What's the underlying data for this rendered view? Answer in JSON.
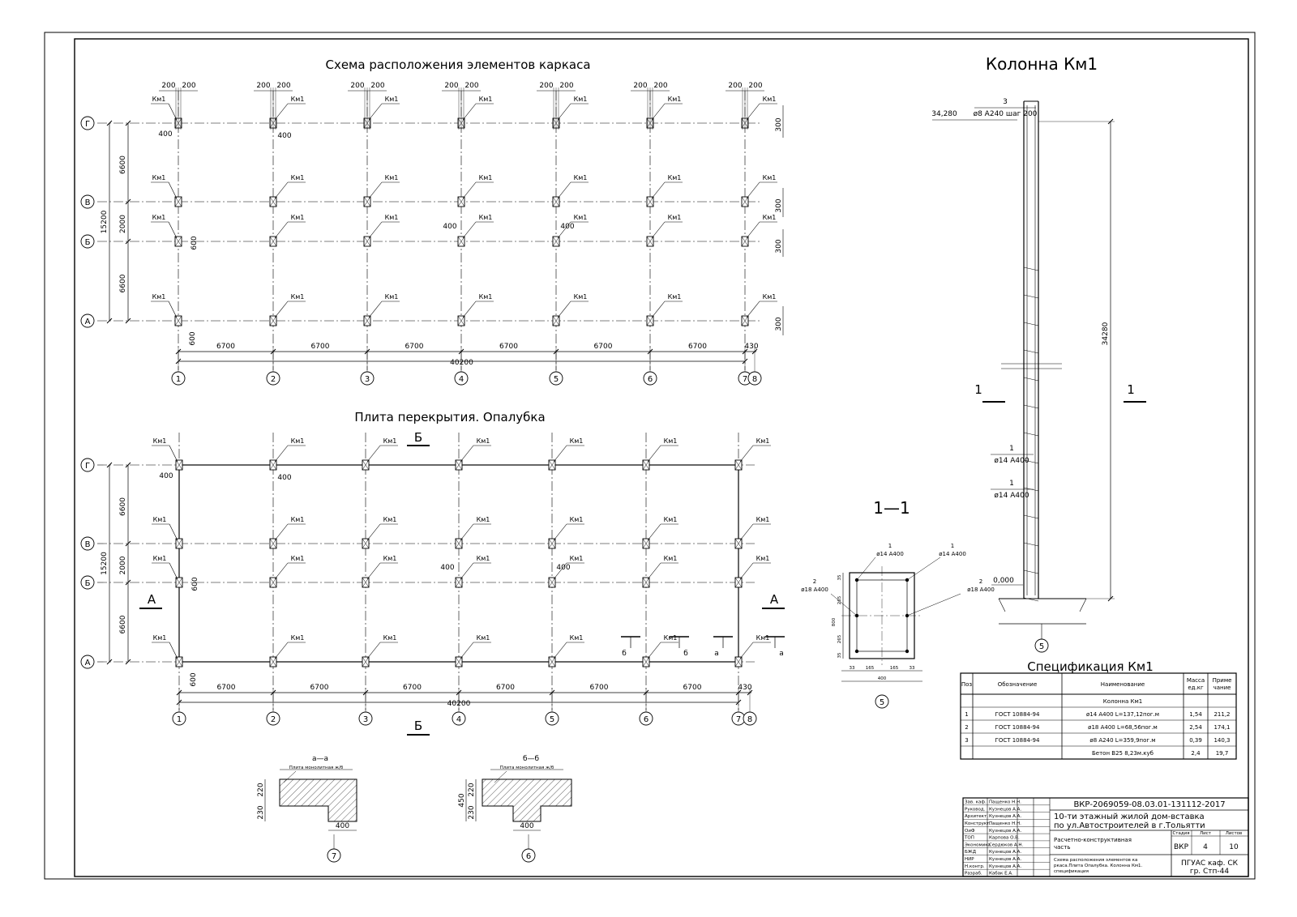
{
  "titles": {
    "frame_scheme": "Схема расположения элементов каркаса",
    "slab": "Плита перекрытия. Опалубка",
    "column": "Колонна Км1",
    "section_11": "1—1",
    "spec": "Спецификация Км1"
  },
  "axes": {
    "rows": [
      "Г",
      "В",
      "Б",
      "А"
    ],
    "cols": [
      "1",
      "2",
      "3",
      "4",
      "5",
      "6",
      "7",
      "8"
    ]
  },
  "column_mark": "Км1",
  "dims": {
    "bay": "6700",
    "total_length": "40200",
    "end_offset": "430",
    "total_width": "15200",
    "span_gv": "6600",
    "span_vb": "2000",
    "span_ba": "6600",
    "d200": "200",
    "d400": "400",
    "d600": "600",
    "d300": "300"
  },
  "section_marks": {
    "A": "А",
    "B": "Б",
    "a": "а",
    "b": "б"
  },
  "column_view": {
    "elev_top": "34,280",
    "elev_bottom": "0,000",
    "height": "34280",
    "cut_label": "1",
    "stirrup_pos": "3",
    "stirrup": "ø8 А240 шаг 200",
    "bar_pos": "1",
    "bar": "ø14 А400",
    "bubble": "5"
  },
  "section_11": {
    "pos1": "1",
    "bar1": "ø14 А400",
    "pos2": "2",
    "bar2": "ø18 А400",
    "d35": "35",
    "d265": "265",
    "d800": "800",
    "d165": "165",
    "d33": "33",
    "d400": "400",
    "bubble": "5"
  },
  "detail_a": {
    "title": "а—а",
    "note": "Плита монолитная ж/б",
    "d220": "220",
    "d230": "230",
    "d400": "400",
    "bubble": "7"
  },
  "detail_b": {
    "title": "б—б",
    "note": "Плита монолитная ж/б",
    "d450": "450",
    "d220": "220",
    "d230": "230",
    "d400": "400",
    "bubble": "6"
  },
  "spec": {
    "headers": [
      "Поз",
      "Обозначение",
      "Наименование",
      "Масса ед.кг",
      "Приме чание"
    ],
    "rows": [
      [
        "",
        "",
        "Колонна Км1",
        "",
        ""
      ],
      [
        "1",
        "ГОСТ 10884-94",
        "ø14 А400 L=137,12пог.м",
        "1,54",
        "211,2"
      ],
      [
        "2",
        "ГОСТ 10884-94",
        "ø18 А400 L=68,56пог.м",
        "2,54",
        "174,1"
      ],
      [
        "3",
        "ГОСТ 10884-94",
        "ø8 А240 L=359,9пог.м",
        "0,39",
        "140,3"
      ],
      [
        "",
        "",
        "Бетон В25 8,23м.куб",
        "2,4",
        "19,7"
      ]
    ]
  },
  "stamp": {
    "code": "ВКР-2069059-08.03.01-131112-2017",
    "project": "10-ти этажный жилой дом-вставка по ул.Автостроителей в г.Тольятти",
    "section": "Расчетно-конструктивная часть",
    "sheet_content": "Схема расположения элементов каркаса.Плита Опалубка. Колонна Км1. спецификация",
    "stage_h": "Стадия",
    "sheet_h": "Лист",
    "sheets_h": "Листов",
    "stage": "ВКР",
    "sheet": "4",
    "sheets": "10",
    "org": "ПГУАС каф. СК гр. Стп-44",
    "people": [
      [
        "Зав. каф.",
        "Пащенко Н.Н."
      ],
      [
        "Руковод.",
        "Кузнецов А.А."
      ],
      [
        "Архитект.",
        "Кузнецов А.А."
      ],
      [
        "Конструкт.",
        "Пащенко Н.Н."
      ],
      [
        "ОиФ",
        "Кузнецов А.А."
      ],
      [
        "ТОП",
        "Карпова О.В."
      ],
      [
        "Экономика",
        "Сердюков А.Н."
      ],
      [
        "БЖД",
        "Кузнецов А.А."
      ],
      [
        "НИР",
        "Кузнецов А.А."
      ],
      [
        "Н.контр.",
        "Кузнецов А.А."
      ],
      [
        "Разраб.",
        "Кабак Е.А."
      ]
    ]
  }
}
